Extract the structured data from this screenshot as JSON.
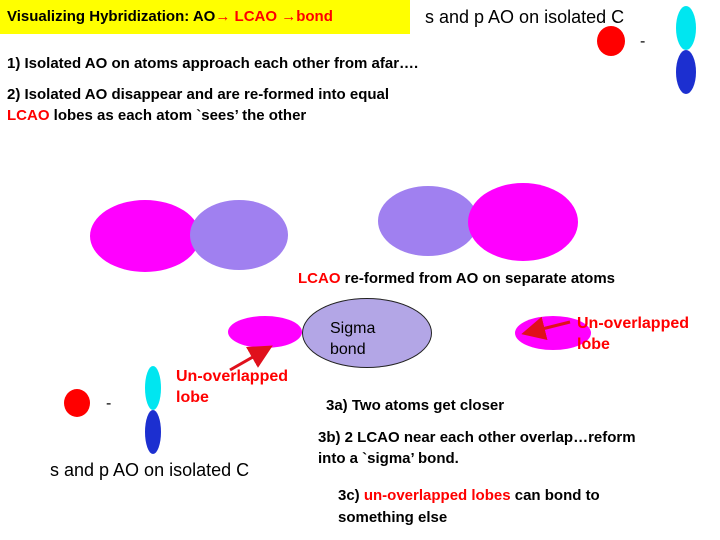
{
  "title": {
    "part1": "Visualizing Hybridization: AO",
    "part2": " LCAO ",
    "part3": "bond",
    "arrow": "→"
  },
  "top_right_label": "s and p AO on isolated C",
  "step1": "1) Isolated AO on atoms approach each other from afar….",
  "step2": {
    "line1": "2) Isolated AO disappear and are re-formed into equal",
    "lcao": "LCAO",
    "line2_rest": " lobes as each atom `sees’ the other"
  },
  "reformed": {
    "lcao": "LCAO",
    "rest": " re-formed from AO on separate atoms"
  },
  "sigma": {
    "line1": "Sigma",
    "line2": "bond"
  },
  "unoverlapped_right": {
    "line1": "Un-overlapped",
    "line2": "lobe"
  },
  "unoverlapped_left": {
    "line1": "Un-overlapped",
    "line2": "lobe"
  },
  "bottom_left_label": "s and p AO on isolated C",
  "step3a": "3a) Two atoms get closer",
  "step3b": {
    "line1": "3b) 2 LCAO near each other overlap…reform",
    "line2": "into a `sigma’ bond."
  },
  "step3c": {
    "prefix": "3c) ",
    "highlight": "un-overlapped lobes",
    "suffix": " can bond to",
    "line2": "something else"
  },
  "dash": "-",
  "colors": {
    "title_bg": "#ffff00",
    "magenta": "#ff00ff",
    "lavender": "#a080f0",
    "sigma": "#b3a6e6",
    "cyan": "#00e6f0",
    "blue": "#1c2fd0",
    "red": "#ff0000",
    "arrow": "#e0101c"
  }
}
